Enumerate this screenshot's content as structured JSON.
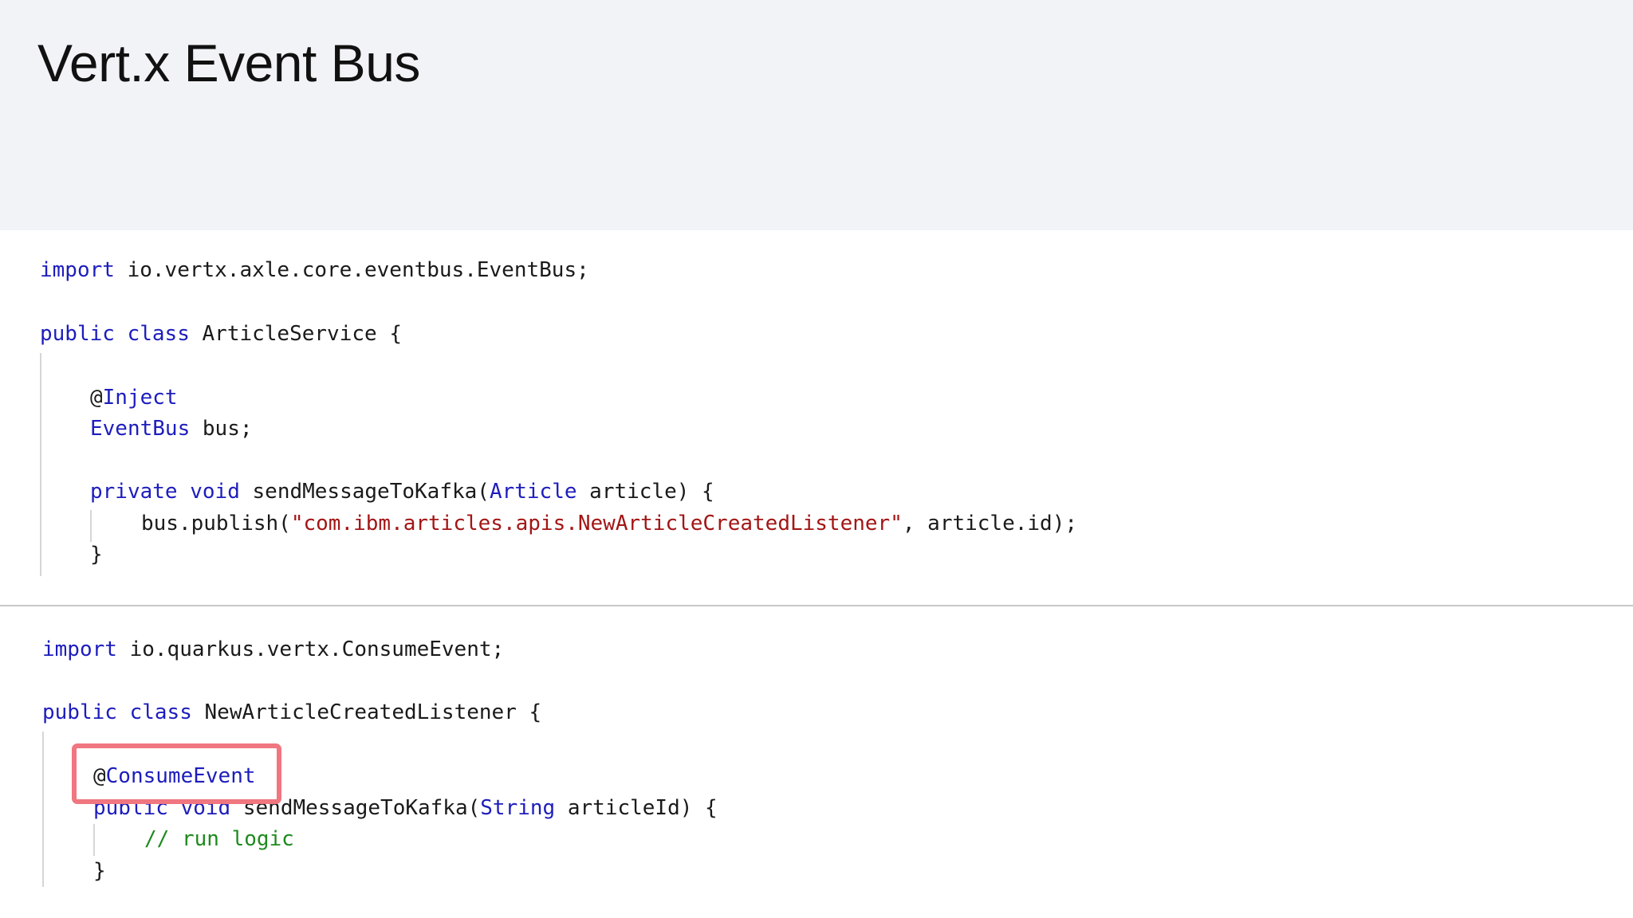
{
  "header": {
    "title": "Vert.x Event Bus"
  },
  "colors": {
    "header_bg": "#f2f3f7",
    "keyword": "#1d1dbd",
    "string": "#a31515",
    "comment": "#1e8a1e",
    "highlight_border": "#f07680"
  },
  "code_block_1": {
    "lines": [
      [
        {
          "t": "import",
          "c": "kw"
        },
        {
          "t": " io.vertx.axle.core.eventbus.EventBus;"
        }
      ],
      [
        {
          "t": "public",
          "c": "kw"
        },
        {
          "t": " "
        },
        {
          "t": "class",
          "c": "kw"
        },
        {
          "t": " ArticleService {"
        }
      ],
      [
        {
          "t": "@"
        },
        {
          "t": "Inject",
          "c": "ty"
        }
      ],
      [
        {
          "t": "EventBus",
          "c": "ty"
        },
        {
          "t": " bus;"
        }
      ],
      [
        {
          "t": "private",
          "c": "kw"
        },
        {
          "t": " "
        },
        {
          "t": "void",
          "c": "kw"
        },
        {
          "t": " sendMessageToKafka("
        },
        {
          "t": "Article",
          "c": "ty"
        },
        {
          "t": " article) {"
        }
      ],
      [
        {
          "t": "bus.publish("
        },
        {
          "t": "\"com.ibm.articles.apis.NewArticleCreatedListener\"",
          "c": "st"
        },
        {
          "t": ", article.id);"
        }
      ],
      [
        {
          "t": "}"
        }
      ]
    ]
  },
  "code_block_2": {
    "lines": [
      [
        {
          "t": "import",
          "c": "kw"
        },
        {
          "t": " io.quarkus.vertx.ConsumeEvent;"
        }
      ],
      [
        {
          "t": "public",
          "c": "kw"
        },
        {
          "t": " "
        },
        {
          "t": "class",
          "c": "kw"
        },
        {
          "t": " NewArticleCreatedListener {"
        }
      ],
      [
        {
          "t": "@"
        },
        {
          "t": "ConsumeEvent",
          "c": "ty"
        }
      ],
      [
        {
          "t": "public",
          "c": "kw"
        },
        {
          "t": " "
        },
        {
          "t": "void",
          "c": "kw"
        },
        {
          "t": " sendMessageToKafka("
        },
        {
          "t": "String",
          "c": "ty"
        },
        {
          "t": " articleId) {"
        }
      ],
      [
        {
          "t": "// run logic",
          "c": "cm"
        }
      ],
      [
        {
          "t": "}"
        }
      ]
    ]
  }
}
